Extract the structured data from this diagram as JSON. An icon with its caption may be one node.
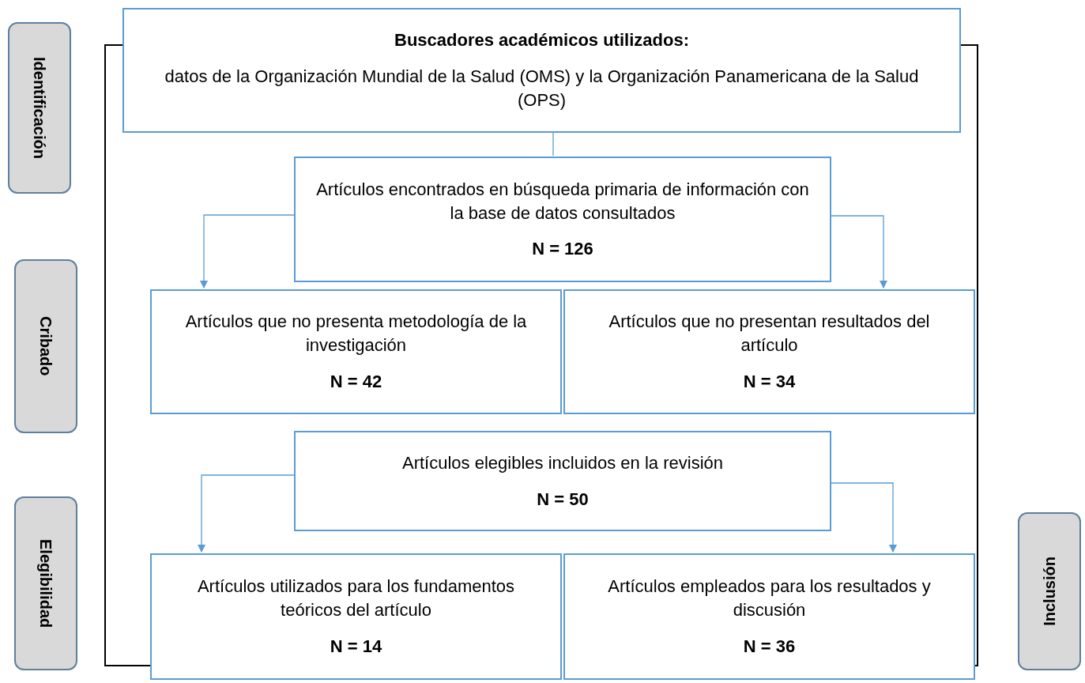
{
  "diagram": {
    "nodes": [
      {
        "text": [
          "Buscadores académicos utilizados:",
          "datos de la Organización Mundial de la Salud (OMS) y la Organización Panamericana de la Salud (OPS)"
        ]
      },
      {
        "text": [
          "Artículos encontrados en búsqueda primaria de información con la base de datos consultados",
          "N = 126"
        ]
      },
      {
        "text": [
          "Artículos que no presenta metodología de la investigación",
          "N = 42"
        ]
      },
      {
        "text": [
          "Artículos que no presentan resultados del artículo",
          "N = 34"
        ]
      },
      {
        "text": [
          "Artículos elegibles incluidos en la revisión",
          "N = 50"
        ]
      },
      {
        "text": [
          "Artículos utilizados para los fundamentos teóricos del artículo",
          "N = 14"
        ]
      },
      {
        "text": [
          "Artículos empleados para los resultados y discusión",
          "N = 36"
        ]
      },
      {
        "text": [
          "Identificación"
        ]
      },
      {
        "text": [
          "Cribado"
        ]
      },
      {
        "text": [
          "Elegibilidad"
        ]
      },
      {
        "text": [
          "Inclusión"
        ]
      }
    ],
    "edges": [
      {
        "from": 0,
        "to": 1,
        "arrow": "none"
      },
      {
        "from": 1,
        "to": 2,
        "arrow": "to"
      },
      {
        "from": 1,
        "to": 3,
        "arrow": "to"
      },
      {
        "from": 4,
        "to": 5,
        "arrow": "to"
      },
      {
        "from": 4,
        "to": 6,
        "arrow": "to"
      }
    ]
  }
}
